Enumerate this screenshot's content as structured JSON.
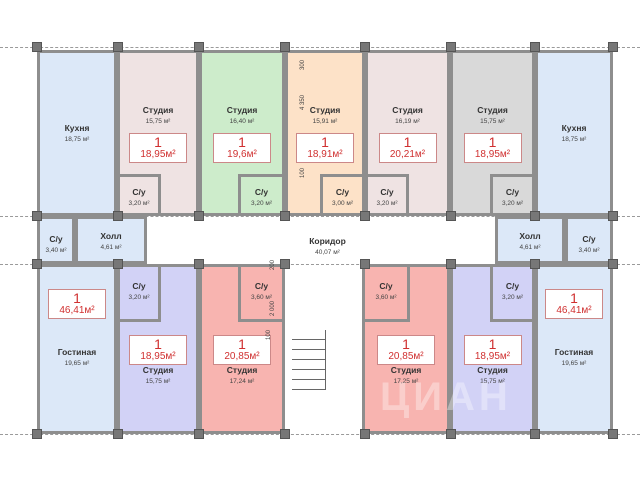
{
  "rooms": [
    {
      "name": "Кухня",
      "area": "18,75 м²",
      "color": "#dce8f8"
    },
    {
      "name": "Студия",
      "area": "15,75 м²",
      "color": "#efe3e3",
      "badge": {
        "count": "1",
        "total": "18,95м²"
      }
    },
    {
      "name": "Студия",
      "area": "16,40 м²",
      "color": "#cdeccb",
      "badge": {
        "count": "1",
        "total": "19,6м²"
      }
    },
    {
      "name": "Студия",
      "area": "15,91 м²",
      "color": "#fde2c8",
      "badge": {
        "count": "1",
        "total": "18,91м²"
      }
    },
    {
      "name": "Студия",
      "area": "16,19 м²",
      "color": "#efe3e3",
      "badge": {
        "count": "1",
        "total": "20,21м²"
      }
    },
    {
      "name": "Студия",
      "area": "15,75 м²",
      "color": "#d9d9d9",
      "badge": {
        "count": "1",
        "total": "18,95м²"
      }
    },
    {
      "name": "Кухня",
      "area": "18,75 м²",
      "color": "#dce8f8"
    },
    {
      "name": "С/у",
      "area": "3,20 м²",
      "color": "#efe3e3"
    },
    {
      "name": "С/у",
      "area": "3,20 м²",
      "color": "#cdeccb"
    },
    {
      "name": "С/у",
      "area": "3,00 м²",
      "color": "#fde2c8"
    },
    {
      "name": "С/у",
      "area": "3,20 м²",
      "color": "#efe3e3"
    },
    {
      "name": "С/у",
      "area": "3,20 м²",
      "color": "#d9d9d9"
    },
    {
      "name": "Коридор",
      "area": "40,07 м²",
      "color": "#ffffff"
    },
    {
      "name": "С/у",
      "area": "3,40 м²",
      "color": "#dce8f8"
    },
    {
      "name": "Холл",
      "area": "4,61 м²",
      "color": "#dce8f8"
    },
    {
      "name": "Холл",
      "area": "4,61 м²",
      "color": "#dce8f8"
    },
    {
      "name": "С/у",
      "area": "3,40 м²",
      "color": "#dce8f8"
    },
    {
      "name": "Гостиная",
      "area": "19,65 м²",
      "color": "#dce8f8",
      "badge": {
        "count": "1",
        "total": "46,41м²"
      }
    },
    {
      "name": "Студия",
      "area": "15,75 м²",
      "color": "#d2d2f6",
      "badge": {
        "count": "1",
        "total": "18,95м²"
      }
    },
    {
      "name": "Студия",
      "area": "17,24 м²",
      "color": "#f8b4b0",
      "badge": {
        "count": "1",
        "total": "20,85м²"
      }
    },
    {
      "name": "Студия",
      "area": "17,25 м²",
      "color": "#f8b4b0",
      "badge": {
        "count": "1",
        "total": "20,85м²"
      }
    },
    {
      "name": "Студия",
      "area": "15,75 м²",
      "color": "#d2d2f6",
      "badge": {
        "count": "1",
        "total": "18,95м²"
      }
    },
    {
      "name": "Гостиная",
      "area": "19,65 м²",
      "color": "#dce8f8",
      "badge": {
        "count": "1",
        "total": "46,41м²"
      }
    },
    {
      "name": "С/у",
      "area": "3,20 м²",
      "color": "#d2d2f6"
    },
    {
      "name": "С/у",
      "area": "3,60 м²",
      "color": "#f8b4b0"
    },
    {
      "name": "С/у",
      "area": "3,60 м²",
      "color": "#f8b4b0"
    },
    {
      "name": "С/у",
      "area": "3,20 м²",
      "color": "#d2d2f6"
    }
  ],
  "dimensions": [
    "300",
    "4 350",
    "100",
    "200",
    "2 000",
    "100"
  ],
  "watermark": "ЦИАН"
}
